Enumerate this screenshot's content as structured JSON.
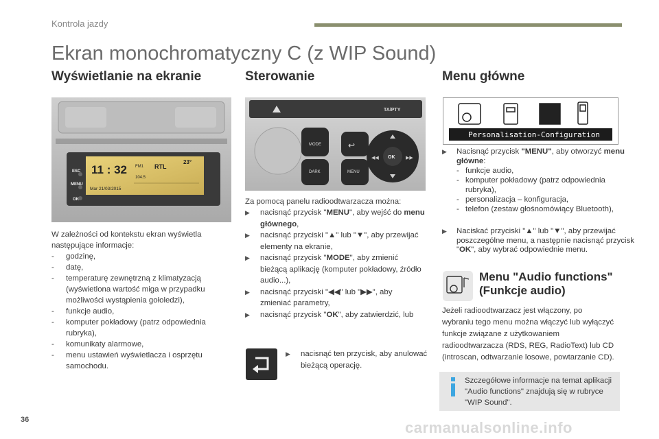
{
  "header": {
    "section": "Kontrola jazdy",
    "title": "Ekran monochromatyczny C (z WIP Sound)"
  },
  "left": {
    "heading": "Wyświetlanie na ekranie",
    "display": {
      "esc": "ESC",
      "menu": "MENU",
      "ok": "OK",
      "time": "11 : 32",
      "date": "Mar 21/03/2015",
      "rtl": "RTL",
      "freq": "104.5",
      "temp": "23°",
      "fm": "FM1"
    },
    "intro": "W zależności od kontekstu ekran wyświetla następujące informacje:",
    "items": [
      "godzinę,",
      "datę,",
      "temperaturę zewnętrzną z klimatyzacją (wyświetlona wartość miga w przypadku możliwości wystąpienia gołoledzi),",
      "funkcje audio,",
      "komputer pokładowy (patrz odpowiednia rubryka),",
      "komunikaty alarmowe,",
      "menu ustawień wyświetlacza i osprzętu samochodu."
    ]
  },
  "middle": {
    "heading": "Sterowanie",
    "panel": {
      "ta": "TA/PTY",
      "mode": "MODE",
      "dark": "DARK",
      "menu": "MENU",
      "ok": "OK"
    },
    "intro": "Za pomocą panelu radioodtwarzacza można:",
    "items": [
      [
        "nacisnąć przycisk \"",
        "MENU",
        "\", aby wejść do ",
        "menu głównego",
        ","
      ],
      [
        "nacisnąć przyciski \"▲\" lub \"▼\", aby przewijać elementy na ekranie,"
      ],
      [
        "nacisnąć przycisk \"",
        "MODE",
        "\", aby zmienić bieżącą aplikację (komputer pokładowy, źródło audio...),"
      ],
      [
        "nacisnąć przyciski \"◀◀\" lub \"▶▶\", aby zmieniać parametry,"
      ],
      [
        "nacisnąć przycisk \"",
        "OK",
        "\", aby zatwierdzić, lub"
      ]
    ],
    "back_text": "nacisnąć ten przycisk, aby anulować bieżącą operację."
  },
  "right": {
    "heading": "Menu główne",
    "screen_label": "Personalisation-Configuration",
    "p1_a": "Nacisnąć przycisk ",
    "p1_b": "\"MENU\"",
    "p1_c": ", aby otworzyć ",
    "p1_d": "menu główne",
    "p1_e": ":",
    "sub": [
      "funkcje audio,",
      "komputer pokładowy (patrz odpowiednia rubryka),",
      "personalizacja – konfiguracja,",
      "telefon (zestaw głośnomówiący Bluetooth),"
    ],
    "p2_a": "Naciskać przyciski \"▲\" lub \"▼\", aby przewijać poszczególne menu, a następnie nacisnąć przycisk \"",
    "p2_b": "OK",
    "p2_c": "\", aby wybrać odpowiednie menu.",
    "audio_title_1": "Menu \"Audio functions\"",
    "audio_title_2": "(Funkcje audio)",
    "audio_text": "Jeżeli radioodtwarzacz jest włączony, po wybraniu tego menu można włączyć lub wyłączyć funkcje związane z użytkowaniem radioodtwarzacza (RDS, REG, RadioText) lub CD (introscan, odtwarzanie losowe, powtarzanie CD).",
    "info_text": "Szczegółowe informacje na temat aplikacji \"Audio functions\" znajdują się w rubryce \"WIP Sound\"."
  },
  "footer": {
    "page": "36",
    "watermark": "carmanualsonline.info"
  },
  "colors": {
    "rule": "#8a8f6e",
    "info_icon": "#3da6e0",
    "title": "#6b6b6b"
  }
}
